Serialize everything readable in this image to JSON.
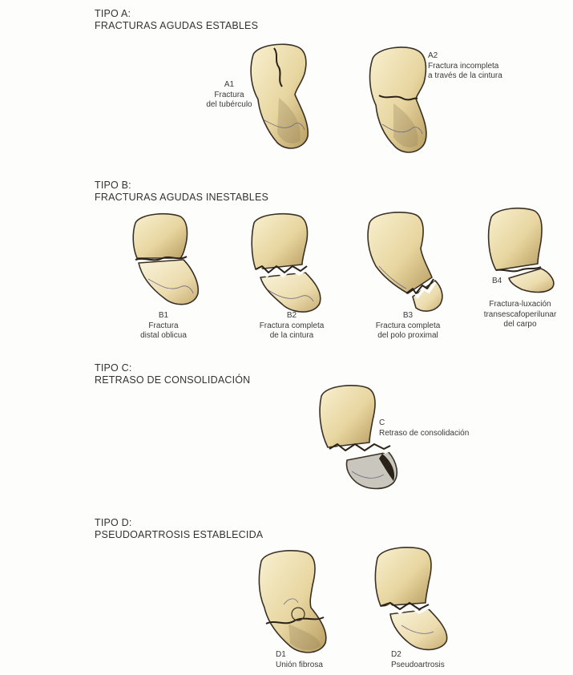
{
  "sections": {
    "a": {
      "line1": "TIPO A:",
      "line2": "FRACTURAS AGUDAS ESTABLES"
    },
    "b": {
      "line1": "TIPO B:",
      "line2": "FRACTURAS AGUDAS INESTABLES"
    },
    "c": {
      "line1": "TIPO C:",
      "line2": "RETRASO DE CONSOLIDACIÓN"
    },
    "d": {
      "line1": "TIPO D:",
      "line2": "PSEUDOARTROSIS ESTABLECIDA"
    }
  },
  "labels": {
    "a1": {
      "code": "A1",
      "l1": "Fractura",
      "l2": "del tubérculo"
    },
    "a2": {
      "code": "A2",
      "l1": "Fractura incompleta",
      "l2": "a través de la cintura"
    },
    "b1": {
      "code": "B1",
      "l1": "Fractura",
      "l2": "distal oblicua"
    },
    "b2": {
      "code": "B2",
      "l1": "Fractura completa",
      "l2": "de la cintura"
    },
    "b3": {
      "code": "B3",
      "l1": "Fractura completa",
      "l2": "del polo proximal"
    },
    "b4": {
      "code": "B4",
      "l1": "Fractura-luxación",
      "l2": "transescafoperilunar",
      "l3": "del carpo"
    },
    "c": {
      "code": "C",
      "l1": "Retraso de consolidación"
    },
    "d1": {
      "code": "D1",
      "l1": "Unión fibrosa"
    },
    "d2": {
      "code": "D2",
      "l1": "Pseudoartrosis"
    }
  },
  "colors": {
    "bone_light": "#f6edc9",
    "bone_mid": "#e3cf95",
    "bone_dark": "#b59a5e",
    "outline": "#3a3025",
    "nonunion_grey": "#c9c6bd"
  }
}
